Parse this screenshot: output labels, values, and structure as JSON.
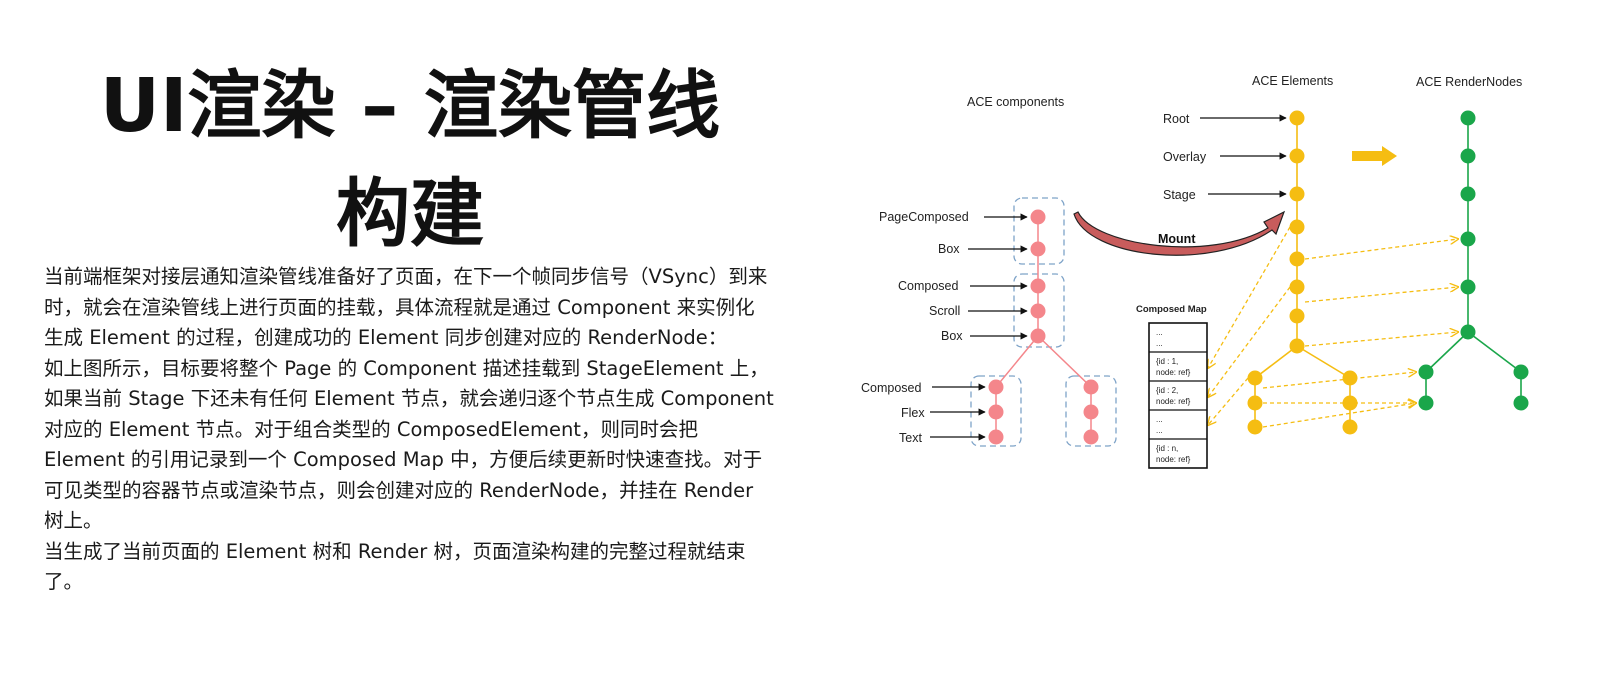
{
  "title": {
    "line1": "UI渲染 – 渲染管线",
    "line2": "构建"
  },
  "paragraphs": [
    "当前端框架对接层通知渲染管线准备好了页面，在下一个帧同步信号（VSync）到来时，就会在渲染管线上进行页面的挂载，具体流程就是通过 Component 来实例化生成 Element 的过程，创建成功的 Element 同步创建对应的 RenderNode：",
    "如上图所示，目标要将整个 Page 的 Component 描述挂载到 StageElement 上，如果当前 Stage 下还未有任何 Element 节点，就会递归逐个节点生成 Component 对应的 Element 节点。对于组合类型的 ComposedElement，则同时会把 Element 的引用记录到一个 Composed Map 中，方便后续更新时快速查找。对于可见类型的容器节点或渲染节点，则会创建对应的 RenderNode，并挂在 Render 树上。",
    "当生成了当前页面的 Element 树和 Render 树，页面渲染构建的完整过程就结束了。"
  ],
  "diagram": {
    "ace_components_label": "ACE components",
    "ace_elements_label": "ACE Elements",
    "ace_rendernodes_label": "ACE RenderNodes",
    "component_labels": {
      "page_composed": "PageComposed",
      "box1": "Box",
      "composed1": "Composed",
      "scroll": "Scroll",
      "box2": "Box",
      "composed2": "Composed",
      "flex": "Flex",
      "text": "Text"
    },
    "element_labels": {
      "root": "Root",
      "overlay": "Overlay",
      "stage": "Stage"
    },
    "mount_label": "Mount",
    "composed_map": {
      "title": "Composed Map",
      "cells": [
        [
          "...",
          "..."
        ],
        [
          "{id : 1,",
          "node: ref}"
        ],
        [
          "{id : 2,",
          "node: ref}"
        ],
        [
          "...",
          "..."
        ],
        [
          "{id : n,",
          "node: ref}"
        ]
      ]
    },
    "colors": {
      "component": "#f4868b",
      "element": "#f5bd12",
      "render": "#1aa64a",
      "mount_arrow": "#c85c5c",
      "dashed_box": "#7ea3c8"
    }
  }
}
